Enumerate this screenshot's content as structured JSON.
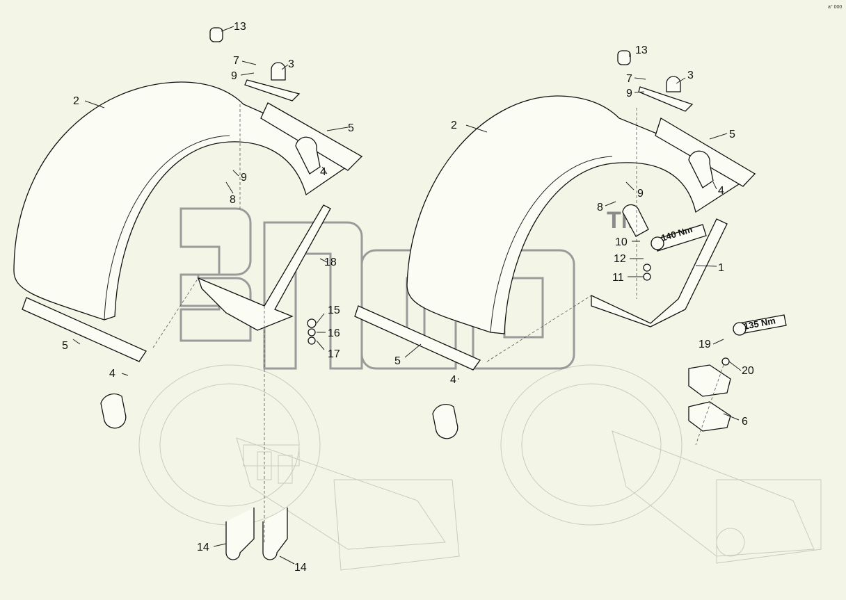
{
  "drawing_ref": "a° 000",
  "watermark": {
    "text": "allb",
    "tm": "TM"
  },
  "torques": {
    "t140": "140 Nm",
    "t135": "135 Nm"
  },
  "callouts": {
    "l13": "13",
    "l7": "7",
    "l9a": "9",
    "l3": "3",
    "l2": "2",
    "l5a": "5",
    "l9b": "9",
    "l4a": "4",
    "l8": "8",
    "l18": "18",
    "l5b": "5",
    "l4b": "4",
    "l15": "15",
    "l16": "16",
    "l17": "17",
    "l14a": "14",
    "l14b": "14",
    "r13": "13",
    "r7": "7",
    "r3": "3",
    "r9a": "9",
    "r2": "2",
    "r5a": "5",
    "r4a": "4",
    "r9b": "9",
    "r8": "8",
    "r10": "10",
    "r12": "12",
    "r11": "11",
    "r1": "1",
    "r5b": "5",
    "r4b": "4",
    "r19": "19",
    "r20": "20",
    "r6": "6"
  }
}
